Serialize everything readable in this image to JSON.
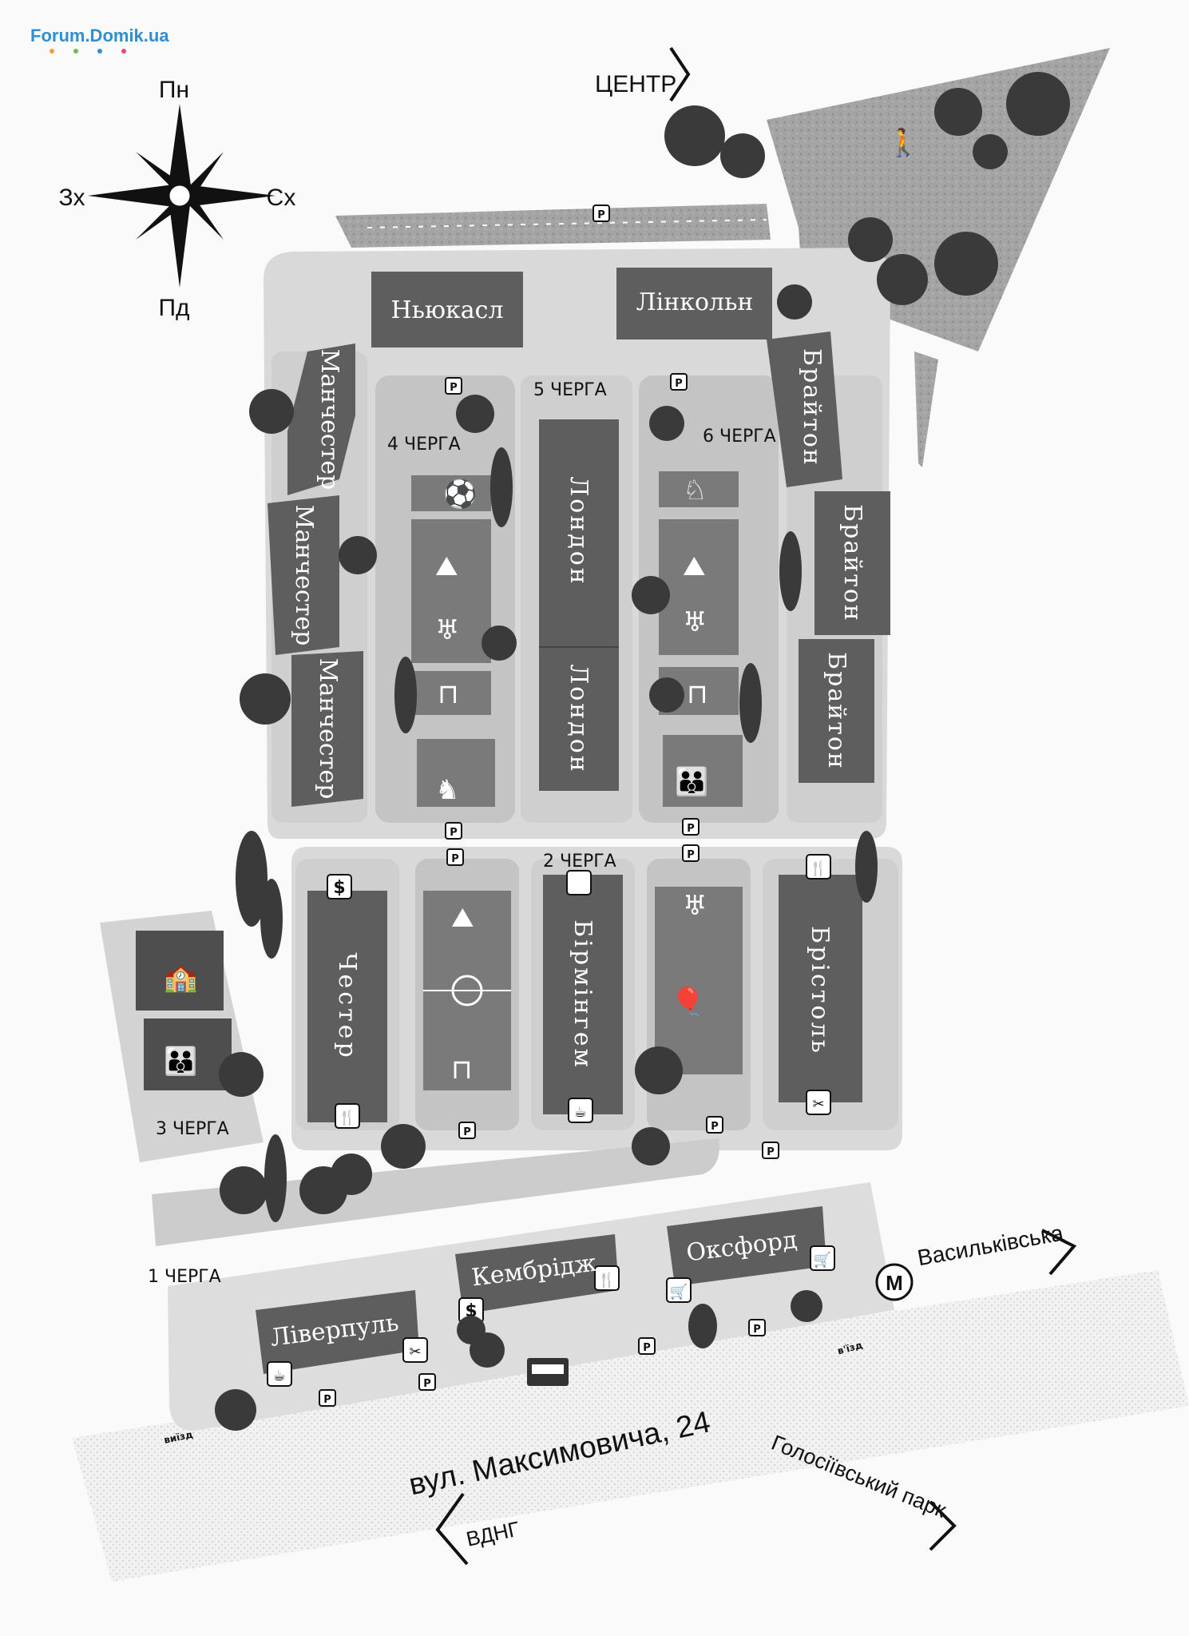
{
  "watermark": "Forum.Domik.ua",
  "compass": {
    "north": "Пн",
    "south": "Пд",
    "west": "Зх",
    "east": "Сх"
  },
  "directions": {
    "center": "ЦЕНТР",
    "metro": "Васильківська",
    "metro_icon": "М",
    "vdng": "ВДНГ",
    "park": "Голосіївський парк",
    "entry": "в'їзд",
    "exit": "виїзд"
  },
  "street": "вул. Максимовича, 24",
  "phases": {
    "p1": "1 ЧЕРГА",
    "p2": "2 ЧЕРГА",
    "p3": "3 ЧЕРГА",
    "p4": "4 ЧЕРГА",
    "p5": "5 ЧЕРГА",
    "p6": "6 ЧЕРГА"
  },
  "parking_label": "P",
  "buildings": {
    "newcastle": "Ньюкасл",
    "lincoln": "Лінкольн",
    "manchester": "Манчестер",
    "london": "Лондон",
    "brighton": "Брайтон",
    "chester": "Честер",
    "birmingham": "Бірмінгем",
    "bristol": "Брістоль",
    "cambridge": "Кембрідж",
    "oxford": "Оксфорд",
    "liverpool": "Ліверпуль"
  },
  "icons": {
    "bank": "$",
    "restaurant": "🍴",
    "cafe": "☕",
    "barber": "✂",
    "shop": "🛒",
    "school": "school-icon",
    "kindergarten": "kindergarten-icon",
    "playground": "playground-icon",
    "park": "walking-dog-icon"
  },
  "colors": {
    "building": "#5e5e5e",
    "yard": "#c9c9c9",
    "park": "#9a9a9a",
    "road": "#ececec",
    "tree": "#3a3a3a",
    "watermark": "#2f8fd0"
  }
}
